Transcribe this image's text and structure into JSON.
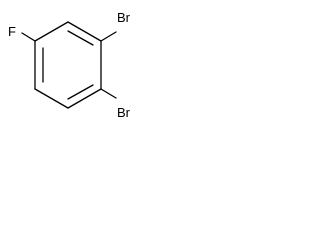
{
  "molecule": {
    "atoms": {
      "top_substituent": "Br",
      "left_substituent": "F",
      "bottom_substituent": "Br"
    },
    "ring_type": "benzene"
  },
  "colors": {
    "background": "#ffffff",
    "ink": "#000000"
  }
}
